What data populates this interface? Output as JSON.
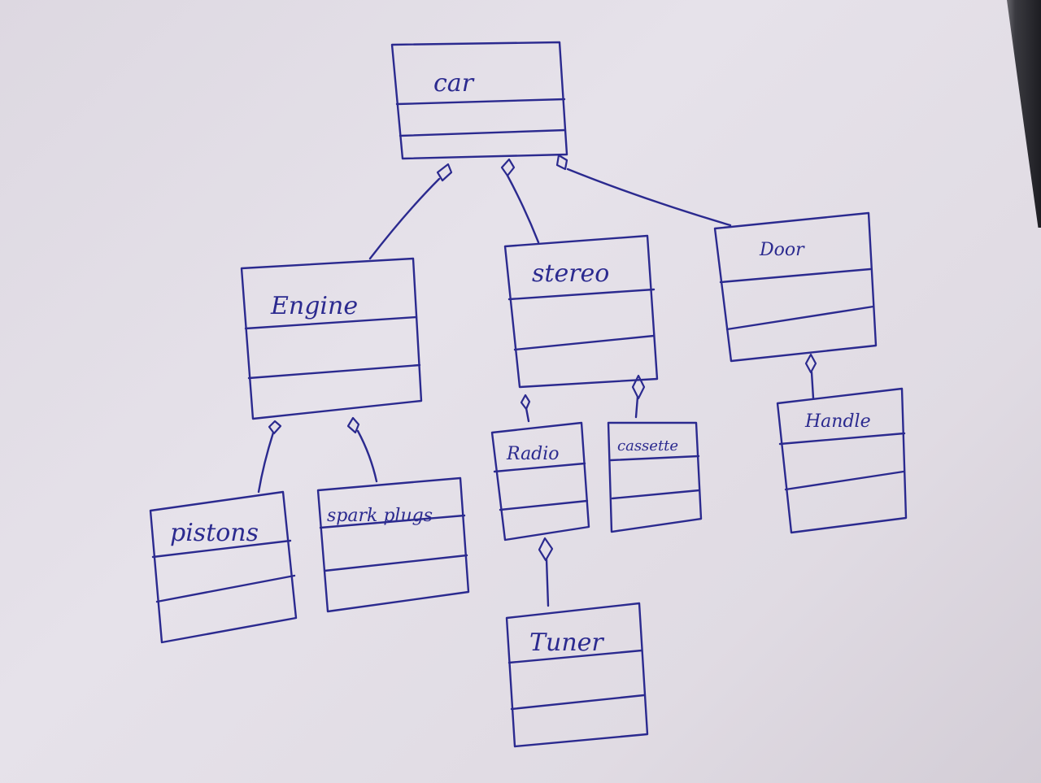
{
  "diagram": {
    "classes": {
      "car": "car",
      "engine": "Engine",
      "stereo": "stereo",
      "door": "Door",
      "pistons": "pistons",
      "spark_plugs": "spark plugs",
      "radio": "Radio",
      "cassette": "cassette",
      "handle": "Handle",
      "tuner": "Tuner"
    },
    "relationships": [
      {
        "whole": "car",
        "part": "Engine",
        "type": "aggregation"
      },
      {
        "whole": "car",
        "part": "stereo",
        "type": "aggregation"
      },
      {
        "whole": "car",
        "part": "Door",
        "type": "aggregation"
      },
      {
        "whole": "Engine",
        "part": "pistons",
        "type": "aggregation"
      },
      {
        "whole": "Engine",
        "part": "spark plugs",
        "type": "aggregation"
      },
      {
        "whole": "stereo",
        "part": "Radio",
        "type": "aggregation"
      },
      {
        "whole": "stereo",
        "part": "cassette",
        "type": "aggregation"
      },
      {
        "whole": "Door",
        "part": "Handle",
        "type": "aggregation"
      },
      {
        "whole": "Radio",
        "part": "Tuner",
        "type": "aggregation"
      }
    ]
  },
  "colors": {
    "ink": "#2b2a8f",
    "paper": "#e4dfe8"
  }
}
